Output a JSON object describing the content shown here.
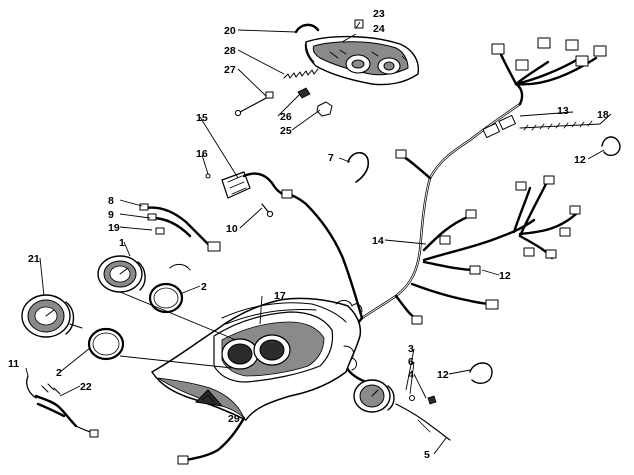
{
  "diagram": {
    "labels": {
      "p1": "1",
      "p2a": "2",
      "p2b": "2",
      "p3": "3",
      "p4": "4",
      "p5": "5",
      "p6": "6",
      "p7": "7",
      "p8": "8",
      "p9": "9",
      "p10": "10",
      "p11": "11",
      "p12a": "12",
      "p12b": "12",
      "p12c": "12",
      "p13": "13",
      "p14": "14",
      "p15": "15",
      "p16": "16",
      "p17": "17",
      "p18": "18",
      "p19": "19",
      "p20": "20",
      "p21": "21",
      "p22": "22",
      "p23": "23",
      "p24": "24",
      "p25": "25",
      "p26": "26",
      "p27": "27",
      "p28": "28",
      "p29": "29"
    }
  }
}
